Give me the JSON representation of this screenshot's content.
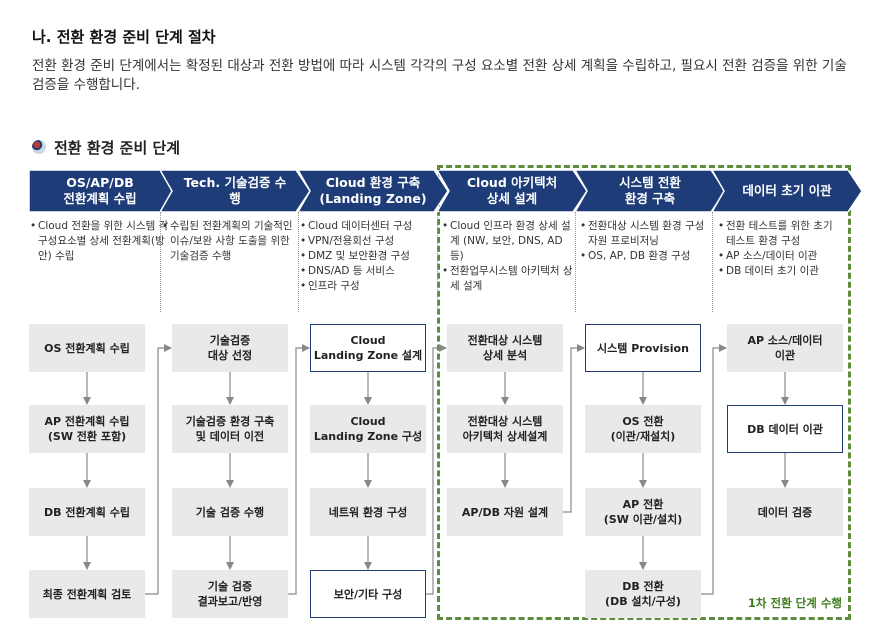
{
  "heading": "나. 전환 환경 준비 단계 절차",
  "intro": "전환 환경 준비 단계에서는 확정된 대상과 전환 방법에 따라 시스템 각각의 구성 요소별 전환 상세 계획을 수립하고, 필요시 전환 검증을 위한 기술 검증을 수행합니다.",
  "section_title": "전환 환경 준비 단계",
  "dashed_label": "1차 전환 단계 수행",
  "colors": {
    "chevron": "#1e3c78",
    "box": "#e9e9e9",
    "outline": "#1e3c78",
    "dashed": "#5e8c3a"
  },
  "columns": [
    {
      "title": "OS/AP/DB\n전환계획 수립",
      "bullets": [
        "Cloud 전환을 위한 시스템 각 구성요소별 상세 전환계획(방안) 수립"
      ],
      "steps": [
        {
          "label": "OS 전환계획 수립",
          "outline": false
        },
        {
          "label": "AP 전환계획 수립\n(SW 전환 포함)",
          "outline": false
        },
        {
          "label": "DB 전환계획 수립",
          "outline": false
        },
        {
          "label": "최종 전환계획 검토",
          "outline": false
        }
      ]
    },
    {
      "title": "Tech. 기술검증 수\n행",
      "bullets": [
        "수립된 전환계획의 기술적인 이슈/보완 사항 도출을 위한 기술검증 수행"
      ],
      "steps": [
        {
          "label": "기술검증\n대상 선정",
          "outline": false
        },
        {
          "label": "기술검증 환경 구축\n및 데이터 이전",
          "outline": false
        },
        {
          "label": "기술 검증 수행",
          "outline": false
        },
        {
          "label": "기술 검증\n결과보고/반영",
          "outline": false
        }
      ]
    },
    {
      "title": "Cloud 환경 구축\n(Landing Zone)",
      "bullets": [
        "Cloud 데이터센터 구성",
        "VPN/전용회선 구성",
        "DMZ 및 보안환경 구성",
        "DNS/AD 등 서비스",
        "인프라 구성"
      ],
      "steps": [
        {
          "label": "Cloud\nLanding Zone 설계",
          "outline": true
        },
        {
          "label": "Cloud\nLanding Zone 구성",
          "outline": false
        },
        {
          "label": "네트워 환경 구성",
          "outline": false
        },
        {
          "label": "보안/기타 구성",
          "outline": true
        }
      ]
    },
    {
      "title": "Cloud 아키텍처\n상세 설계",
      "bullets": [
        "Cloud 인프라 환경 상세 설계 (NW, 보안, DNS, AD 등)",
        "전환업무시스템 아키텍처 상세 설계"
      ],
      "steps": [
        {
          "label": "전환대상 시스템\n상세 분석",
          "outline": false
        },
        {
          "label": "전환대상 시스템\n아키텍처 상세설계",
          "outline": false
        },
        {
          "label": "AP/DB 자원 설계",
          "outline": false
        }
      ]
    },
    {
      "title": "시스템 전환\n환경 구축",
      "bullets": [
        "전환대상 시스템 환경 구성 자원 프로비저닝",
        "OS, AP, DB 환경 구성"
      ],
      "steps": [
        {
          "label": "시스템 Provision",
          "outline": true
        },
        {
          "label": "OS 전환\n(이관/재설치)",
          "outline": false
        },
        {
          "label": "AP 전환\n(SW 이관/설치)",
          "outline": false
        },
        {
          "label": "DB 전환\n(DB 설치/구성)",
          "outline": false
        }
      ]
    },
    {
      "title": "데이터 초기 이관",
      "bullets": [
        "전환 테스트를 위한 초기 테스트 환경 구성",
        "AP 소스/데이터 이관",
        "DB 데이터 초기 이관"
      ],
      "steps": [
        {
          "label": "AP 소스/데이터\n이관",
          "outline": false
        },
        {
          "label": "DB 데이터 이관",
          "outline": true
        },
        {
          "label": "데이터 검증",
          "outline": false
        }
      ]
    }
  ]
}
